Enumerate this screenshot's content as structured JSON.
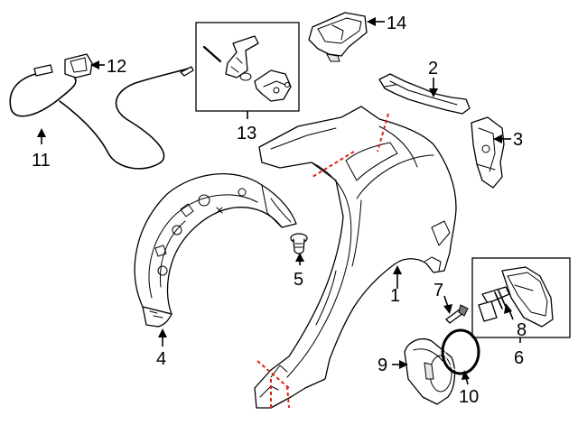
{
  "diagram": {
    "callouts": [
      {
        "id": "1",
        "label": "1",
        "part": "quarter-panel"
      },
      {
        "id": "2",
        "label": "2",
        "part": "upper-reinforcement"
      },
      {
        "id": "3",
        "label": "3",
        "part": "rear-bracket"
      },
      {
        "id": "4",
        "label": "4",
        "part": "wheel-house-liner"
      },
      {
        "id": "5",
        "label": "5",
        "part": "liner-clip"
      },
      {
        "id": "6",
        "label": "6",
        "part": "fuel-door-assembly-group"
      },
      {
        "id": "7",
        "label": "7",
        "part": "fuel-door-pin"
      },
      {
        "id": "8",
        "label": "8",
        "part": "fuel-door-spring"
      },
      {
        "id": "9",
        "label": "9",
        "part": "fuel-pocket-housing"
      },
      {
        "id": "10",
        "label": "10",
        "part": "housing-seal-ring"
      },
      {
        "id": "11",
        "label": "11",
        "part": "release-cable"
      },
      {
        "id": "12",
        "label": "12",
        "part": "release-handle"
      },
      {
        "id": "13",
        "label": "13",
        "part": "hinge-and-actuator-kit"
      },
      {
        "id": "14",
        "label": "14",
        "part": "trunk-side-bracket"
      }
    ],
    "colors": {
      "line": "#000000",
      "cut_line": "#e2231a",
      "background": "#ffffff"
    }
  }
}
